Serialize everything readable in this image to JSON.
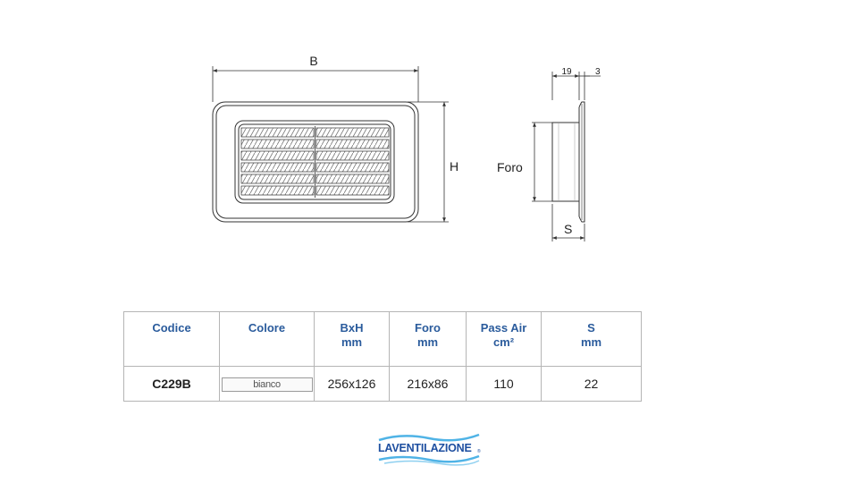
{
  "drawing": {
    "label_b": "B",
    "label_h": "H",
    "label_foro": "Foro",
    "label_s": "S",
    "label_19": "19",
    "label_3": "3"
  },
  "table": {
    "headers": [
      {
        "line1": "Codice",
        "line2": ""
      },
      {
        "line1": "Colore",
        "line2": ""
      },
      {
        "line1": "BxH",
        "line2": "mm"
      },
      {
        "line1": "Foro",
        "line2": "mm"
      },
      {
        "line1": "Pass Air",
        "line2": "cm²"
      },
      {
        "line1": "S",
        "line2": "mm"
      }
    ],
    "row": {
      "codice": "C229B",
      "colore": "bianco",
      "bxh": "256x126",
      "foro": "216x86",
      "pass_air": "110",
      "s": "22"
    }
  },
  "logo": {
    "text": "LAVENTILAZIONE",
    "mark": "®",
    "color": "#1e4fa0",
    "wave_color": "#4fb3e6"
  },
  "colors": {
    "header_text": "#2a5b9c",
    "border": "#b5b5b5"
  }
}
